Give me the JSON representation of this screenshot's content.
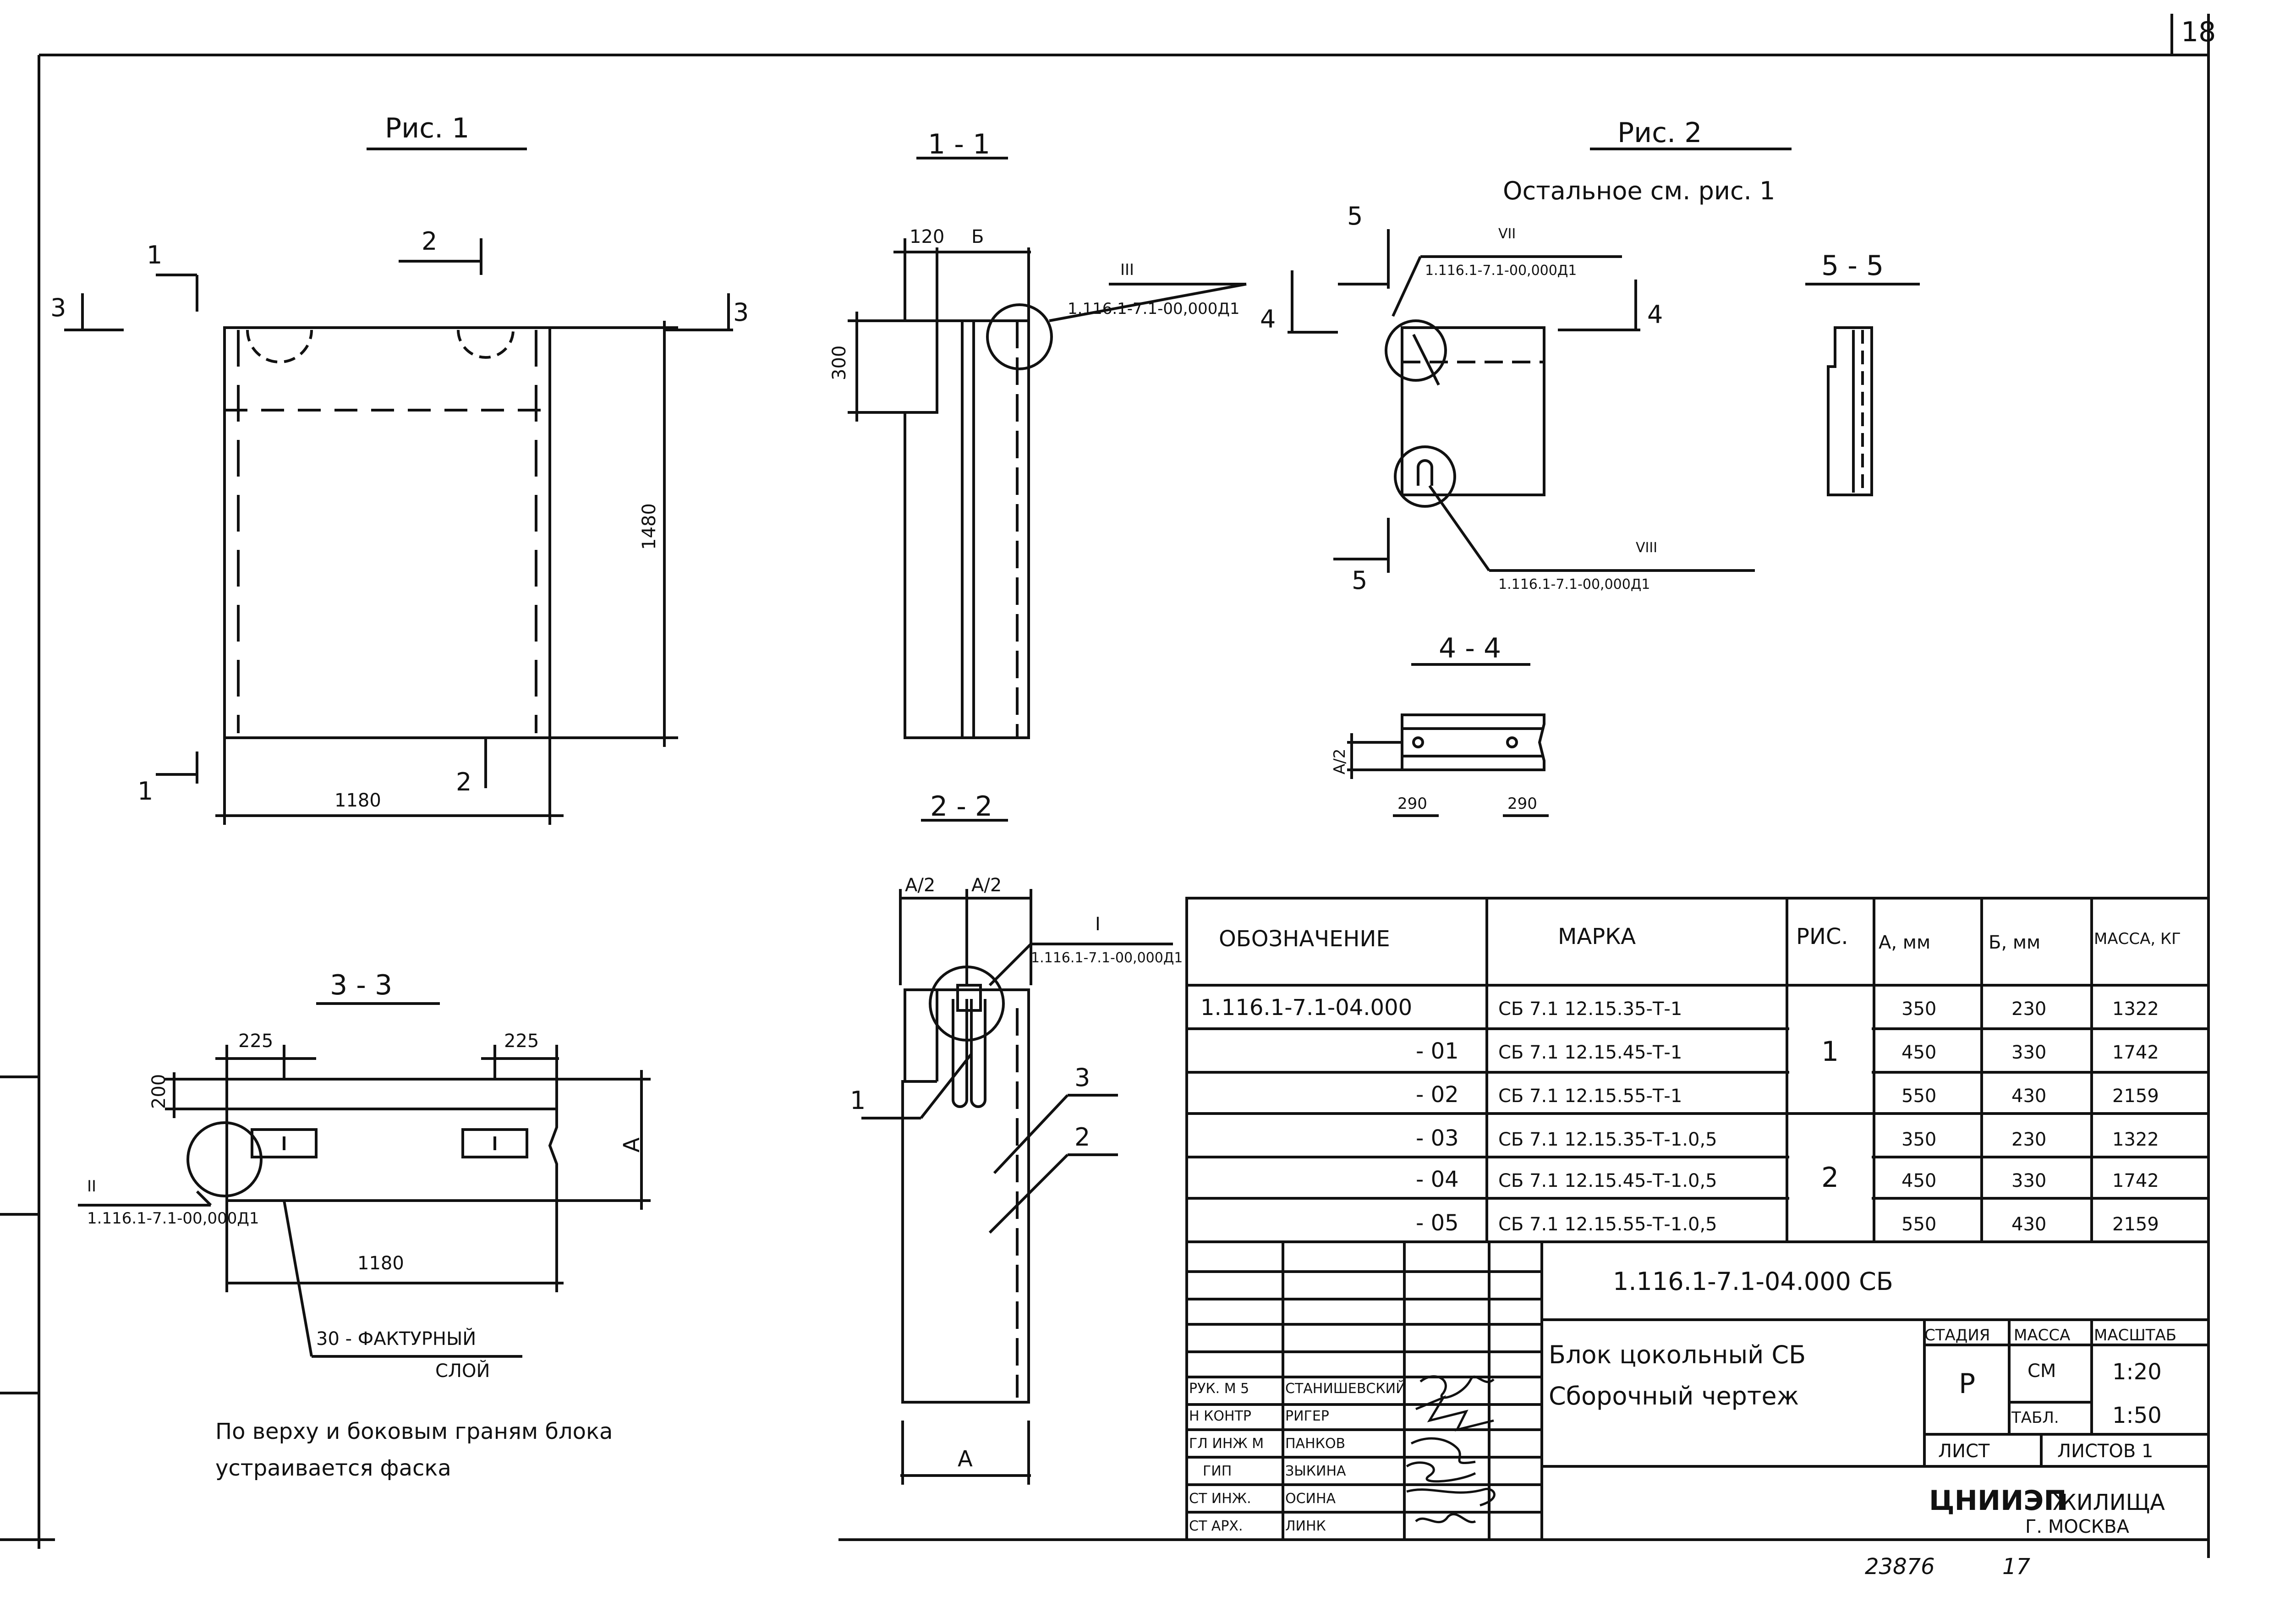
{
  "sheet": {
    "number": "18",
    "archive_number": "23876",
    "page": "17"
  },
  "fig1": {
    "title": "Рис. 1",
    "cut_labels": [
      "1",
      "1",
      "2",
      "2",
      "3",
      "3"
    ],
    "dim_height": "1480",
    "dim_width": "1180"
  },
  "section_1_1": {
    "title": "1 - 1",
    "dim_120": "120",
    "dim_b": "Б",
    "dim_300": "300",
    "callout_num": "III",
    "callout_ref": "1.116.1-7.1-00,000Д1"
  },
  "section_2_2": {
    "title": "2 - 2",
    "dim_half1": "A/2",
    "dim_half2": "A/2",
    "callout_num": "I",
    "callout_ref": "1.116.1-7.1-00,000Д1",
    "pos1": "1",
    "pos2": "2",
    "pos3": "3",
    "dim_a": "A"
  },
  "section_3_3": {
    "title": "3 - 3",
    "dim_225_left": "225",
    "dim_225_right": "225",
    "dim_200": "200",
    "dim_a": "A",
    "dim_1180": "1180",
    "callout_num": "II",
    "callout_ref": "1.116.1-7.1-00,000Д1",
    "layer_line1": "30 - ФАКТУРНЫЙ",
    "layer_line2": "СЛОЙ"
  },
  "note": {
    "line1": "По верху и боковым граням блока",
    "line2": "устраивается фаска"
  },
  "fig2": {
    "title": "Рис. 2",
    "subtitle": "Остальное см. рис. 1",
    "cut4_left": "4",
    "cut4_right": "4",
    "cut5_top": "5",
    "cut5_bottom": "5",
    "callout_top_num": "VII",
    "callout_top_ref": "1.116.1-7.1-00,000Д1",
    "callout_bottom_num": "VIII",
    "callout_bottom_ref": "1.116.1-7.1-00,000Д1"
  },
  "section_5_5": {
    "title": "5 - 5"
  },
  "section_4_4": {
    "title": "4 - 4",
    "dim_a2": "A/2",
    "dim_290_left": "290",
    "dim_290_right": "290"
  },
  "spec_table": {
    "headers": [
      "ОБОЗНАЧЕНИЕ",
      "МАРКА",
      "РИС.",
      "А, мм",
      "Б, мм",
      "МАССА, КГ"
    ],
    "rows": [
      {
        "designation": "1.116.1-7.1-04.000",
        "mark": "СБ 7.1 12.15.35-Т-1",
        "a": "350",
        "b": "230",
        "mass": "1322"
      },
      {
        "designation": "- 01",
        "mark": "СБ 7.1 12.15.45-Т-1",
        "a": "450",
        "b": "330",
        "mass": "1742"
      },
      {
        "designation": "- 02",
        "mark": "СБ 7.1 12.15.55-Т-1",
        "a": "550",
        "b": "430",
        "mass": "2159"
      },
      {
        "designation": "- 03",
        "mark": "СБ 7.1 12.15.35-Т-1.0,5",
        "a": "350",
        "b": "230",
        "mass": "1322"
      },
      {
        "designation": "- 04",
        "mark": "СБ 7.1 12.15.45-Т-1.0,5",
        "a": "450",
        "b": "330",
        "mass": "1742"
      },
      {
        "designation": "- 05",
        "mark": "СБ 7.1 12.15.55-Т-1.0,5",
        "a": "550",
        "b": "430",
        "mass": "2159"
      }
    ],
    "fig_group1": "1",
    "fig_group2": "2"
  },
  "title_block": {
    "doc_code": "1.116.1-7.1-04.000 СБ",
    "name_line1": "Блок цокольный СБ",
    "name_line2": "Сборочный чертеж",
    "stage_label": "СТАДИЯ",
    "stage": "Р",
    "mass_label": "МАССА",
    "mass_value1": "СМ",
    "mass_value2": "ТАБЛ.",
    "scale_label": "МАСШТАБ",
    "scale1": "1:20",
    "scale2": "1:50",
    "sheet_label": "ЛИСТ",
    "sheets_label": "ЛИСТОВ 1",
    "org_main": "ЦНИИЭП",
    "org_sub": "ЖИЛИЩА",
    "org_city": "Г. МОСКВА",
    "signers": [
      {
        "role": "РУК. М 5",
        "name": "СТАНИШЕВСКИЙ"
      },
      {
        "role": "Н КОНТР",
        "name": "РИГЕР"
      },
      {
        "role": "ГЛ ИНЖ М",
        "name": "ПАНКОВ"
      },
      {
        "role": "ГИП",
        "name": "ЗЫКИНА"
      },
      {
        "role": "СТ ИНЖ.",
        "name": "ОСИНА"
      },
      {
        "role": "СТ АРХ.",
        "name": "ЛИНК"
      }
    ]
  }
}
